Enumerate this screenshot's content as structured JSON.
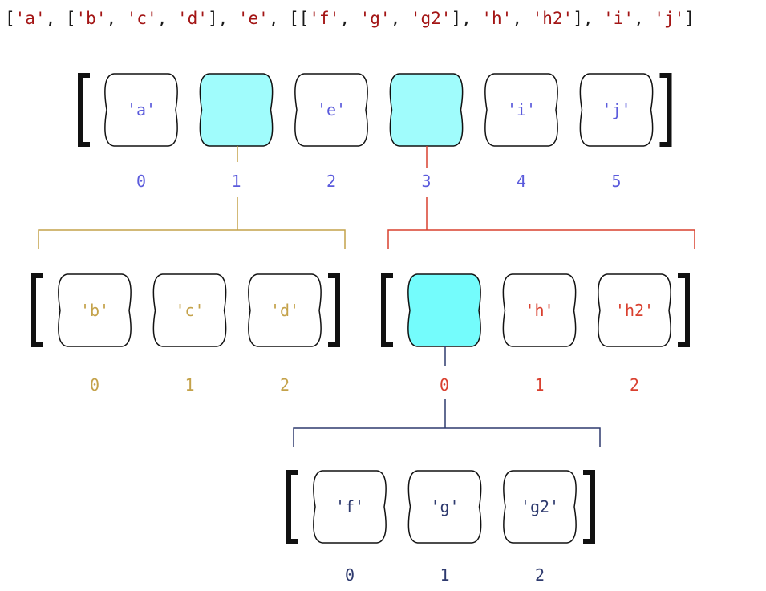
{
  "expression_tokens": [
    {
      "t": "[",
      "k": "p"
    },
    {
      "t": "'a'",
      "k": "s"
    },
    {
      "t": ", [",
      "k": "p"
    },
    {
      "t": "'b'",
      "k": "s"
    },
    {
      "t": ", ",
      "k": "p"
    },
    {
      "t": "'c'",
      "k": "s"
    },
    {
      "t": ", ",
      "k": "p"
    },
    {
      "t": "'d'",
      "k": "s"
    },
    {
      "t": "], ",
      "k": "p"
    },
    {
      "t": "'e'",
      "k": "s"
    },
    {
      "t": ", [[",
      "k": "p"
    },
    {
      "t": "'f'",
      "k": "s"
    },
    {
      "t": ", ",
      "k": "p"
    },
    {
      "t": "'g'",
      "k": "s"
    },
    {
      "t": ", ",
      "k": "p"
    },
    {
      "t": "'g2'",
      "k": "s"
    },
    {
      "t": "], ",
      "k": "p"
    },
    {
      "t": "'h'",
      "k": "s"
    },
    {
      "t": ", ",
      "k": "p"
    },
    {
      "t": "'h2'",
      "k": "s"
    },
    {
      "t": "], ",
      "k": "p"
    },
    {
      "t": "'i'",
      "k": "s"
    },
    {
      "t": ", ",
      "k": "p"
    },
    {
      "t": "'j'",
      "k": "s"
    },
    {
      "t": "]",
      "k": "p"
    }
  ],
  "colors": {
    "nested_cell_fill": "#a0fcfc",
    "nested_cell_fill_deep": "#74fcfc",
    "string": "#a31515"
  },
  "lists": [
    {
      "id": "outer",
      "color": "#5b5bdc",
      "items": [
        {
          "value": "'a'",
          "index": "0",
          "nested": false
        },
        {
          "value": "",
          "index": "1",
          "nested": true
        },
        {
          "value": "'e'",
          "index": "2",
          "nested": false
        },
        {
          "value": "",
          "index": "3",
          "nested": true
        },
        {
          "value": "'i'",
          "index": "4",
          "nested": false
        },
        {
          "value": "'j'",
          "index": "5",
          "nested": false
        }
      ]
    },
    {
      "id": "bcd",
      "color": "#c4a24a",
      "items": [
        {
          "value": "'b'",
          "index": "0",
          "nested": false
        },
        {
          "value": "'c'",
          "index": "1",
          "nested": false
        },
        {
          "value": "'d'",
          "index": "2",
          "nested": false
        }
      ]
    },
    {
      "id": "fgh",
      "color": "#d9402f",
      "items": [
        {
          "value": "",
          "index": "0",
          "nested": true
        },
        {
          "value": "'h'",
          "index": "1",
          "nested": false
        },
        {
          "value": "'h2'",
          "index": "2",
          "nested": false
        }
      ]
    },
    {
      "id": "fg",
      "color": "#2e3a6e",
      "items": [
        {
          "value": "'f'",
          "index": "0",
          "nested": false
        },
        {
          "value": "'g'",
          "index": "1",
          "nested": false
        },
        {
          "value": "'g2'",
          "index": "2",
          "nested": false
        }
      ]
    }
  ]
}
